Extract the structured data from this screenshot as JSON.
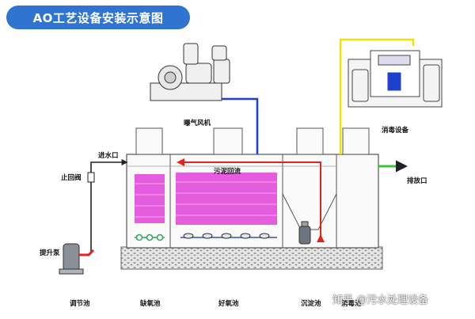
{
  "title": "AO工艺设备安装示意图",
  "labels": {
    "blower": "曝气风机",
    "disinfection_equipment": "消毒设备",
    "inlet": "进水口",
    "check_valve": "止回阀",
    "sludge_return": "污泥回流",
    "outlet": "排放口",
    "lift_pump": "提升泵",
    "regulating_tank": "调节池",
    "anoxic_tank": "缺氧池",
    "aerobic_tank": "好氧池",
    "settling_tank": "沉淀池",
    "disinfection_tank": "消毒池"
  },
  "watermark": "知乎 @污水处理设备",
  "colors": {
    "title_bg": "#2f74d0",
    "air_line": "#1f3fcf",
    "sludge_line": "#e0261c",
    "disinfectant_line": "#f2e200",
    "outlet_arrow": "#37c63a",
    "media": "#e040d8",
    "diffuser": "#5a7fc9"
  }
}
